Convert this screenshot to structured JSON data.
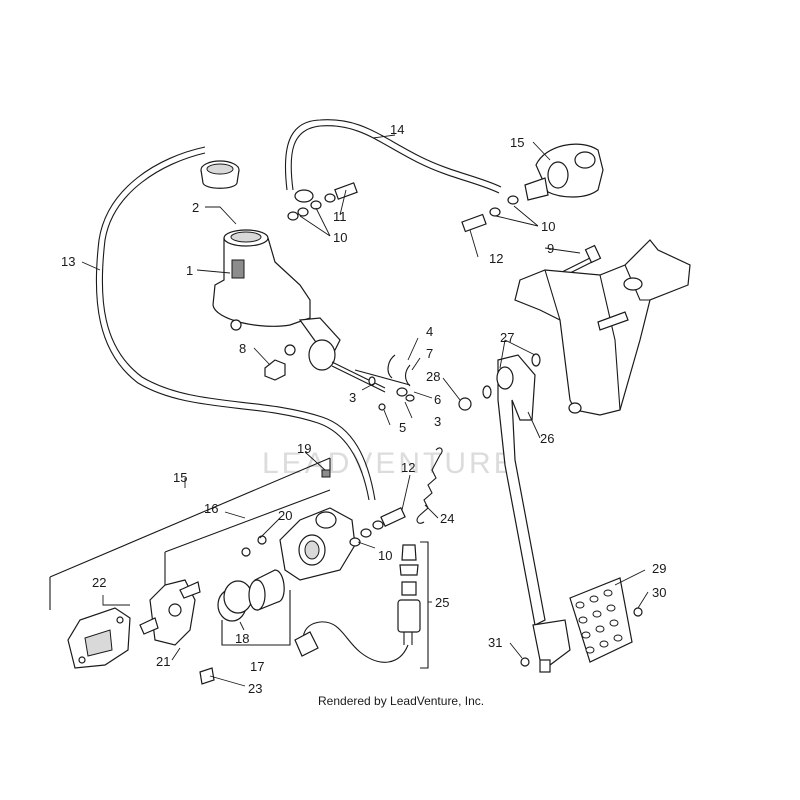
{
  "watermark": "LEADVENTURE",
  "credit": "Rendered by LeadVenture, Inc.",
  "callouts": {
    "c1": "1",
    "c2": "2",
    "c3a": "3",
    "c3b": "3",
    "c4": "4",
    "c5": "5",
    "c6": "6",
    "c7": "7",
    "c8": "8",
    "c9": "9",
    "c10a": "10",
    "c10b": "10",
    "c10c": "10",
    "c11": "11",
    "c12a": "12",
    "c12b": "12",
    "c13": "13",
    "c14": "14",
    "c15a": "15",
    "c15b": "15",
    "c16": "16",
    "c17": "17",
    "c18": "18",
    "c19": "19",
    "c20": "20",
    "c21": "21",
    "c22": "22",
    "c23": "23",
    "c24": "24",
    "c25": "25",
    "c26": "26",
    "c27": "27",
    "c28": "28",
    "c29": "29",
    "c30": "30",
    "c31": "31"
  }
}
